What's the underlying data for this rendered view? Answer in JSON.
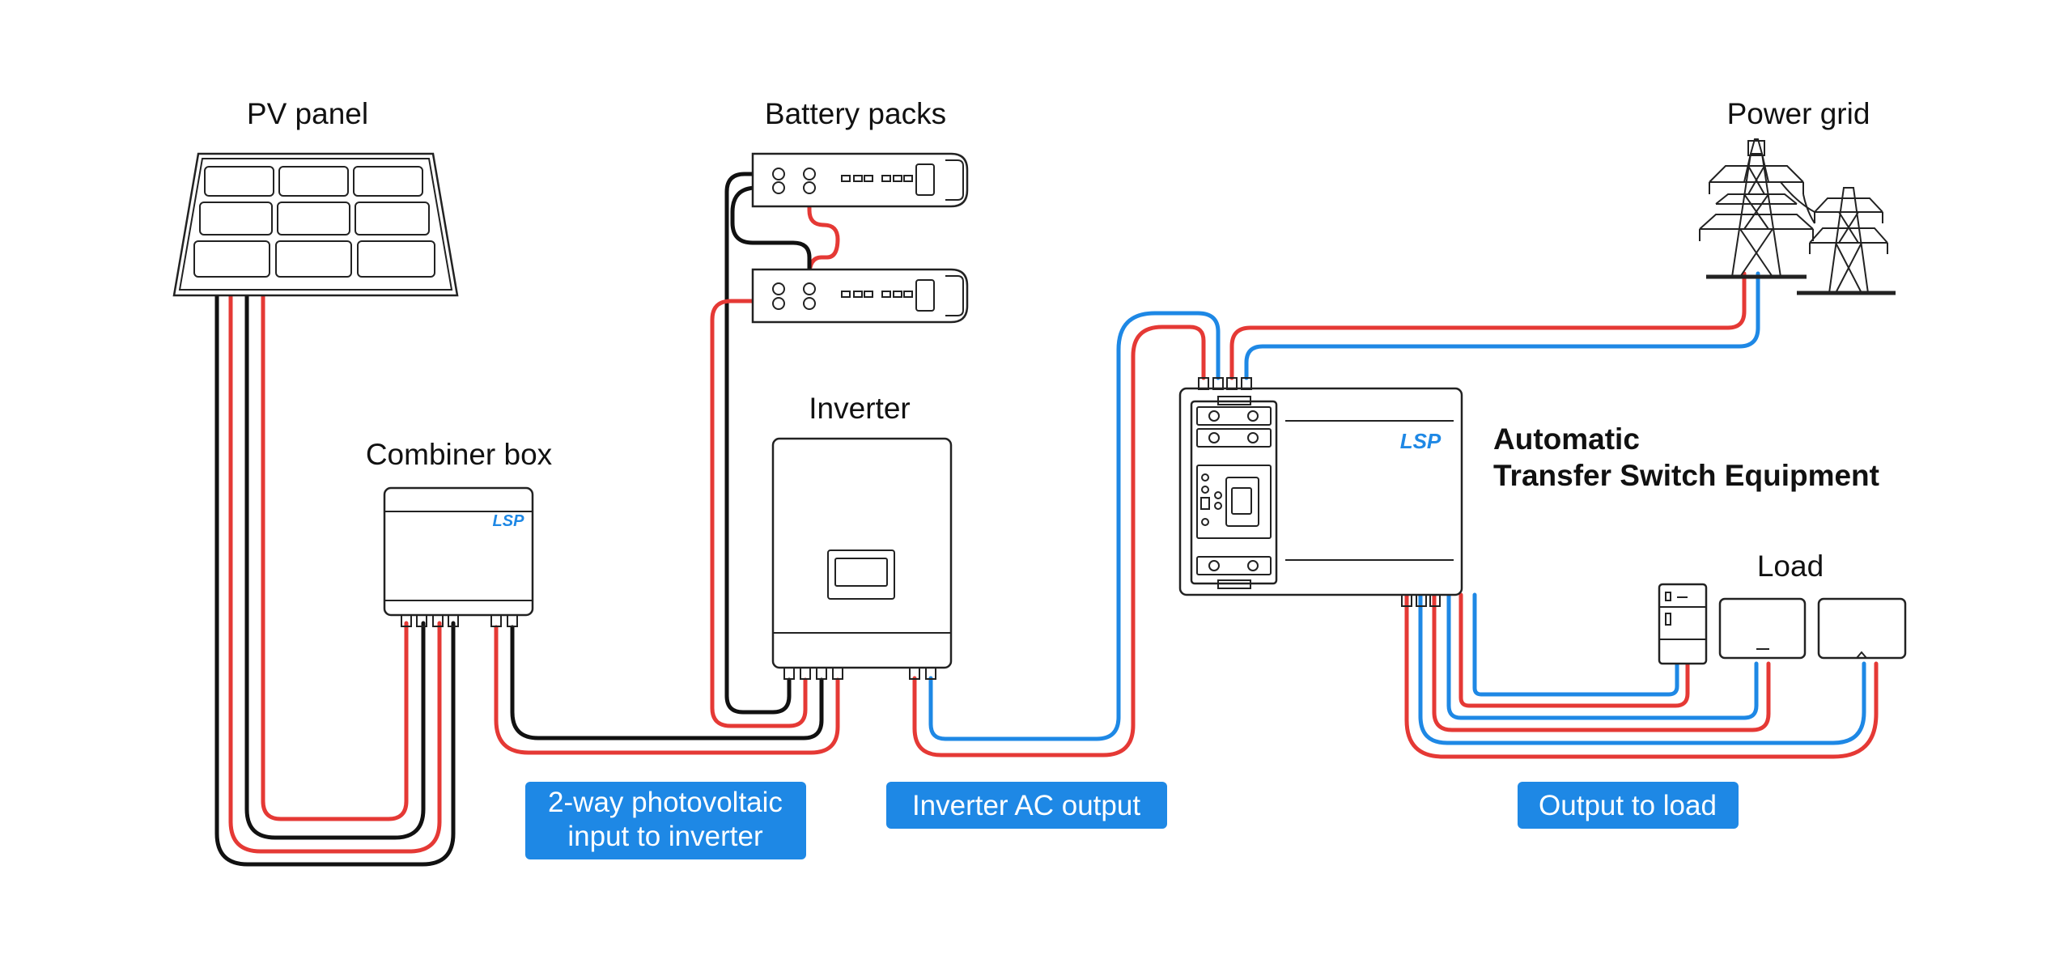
{
  "labels": {
    "pv_panel": "PV panel",
    "battery_packs": "Battery packs",
    "power_grid": "Power grid",
    "inverter": "Inverter",
    "combiner_box": "Combiner box",
    "ats_line1": "Automatic",
    "ats_line2": "Transfer Switch Equipment",
    "load": "Load"
  },
  "brand": {
    "combiner_logo": "LSP",
    "ats_logo": "LSP"
  },
  "callouts": {
    "pv_input_line1": "2-way photovoltaic",
    "pv_input_line2": "input to inverter",
    "inverter_ac_output": "Inverter AC output",
    "output_to_load": "Output to load"
  },
  "colors": {
    "accent": "#1e88e5",
    "wire_positive": "#e53935",
    "wire_negative": "#111111",
    "wire_ac_neutral": "#1e88e5",
    "outline": "#222222"
  }
}
